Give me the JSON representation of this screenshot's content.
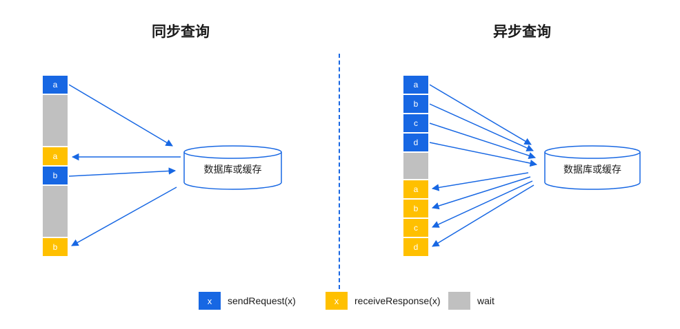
{
  "titles": {
    "sync": "同步查询",
    "async": "异步查询"
  },
  "database_label": "数据库或缓存",
  "sync": {
    "requests": [
      "a",
      "b"
    ],
    "responses": [
      "a",
      "b"
    ]
  },
  "async": {
    "requests": [
      "a",
      "b",
      "c",
      "d"
    ],
    "responses": [
      "a",
      "b",
      "c",
      "d"
    ]
  },
  "legend": [
    {
      "symbol": "x",
      "label": "sendRequest(x)"
    },
    {
      "symbol": "x",
      "label": "receiveResponse(x)"
    },
    {
      "symbol": "",
      "label": "wait"
    }
  ],
  "colors": {
    "request": "#1767e3",
    "response": "#ffc000",
    "wait": "#c0c0c0",
    "arrow": "#1767e3",
    "divider": "#1767e3"
  }
}
